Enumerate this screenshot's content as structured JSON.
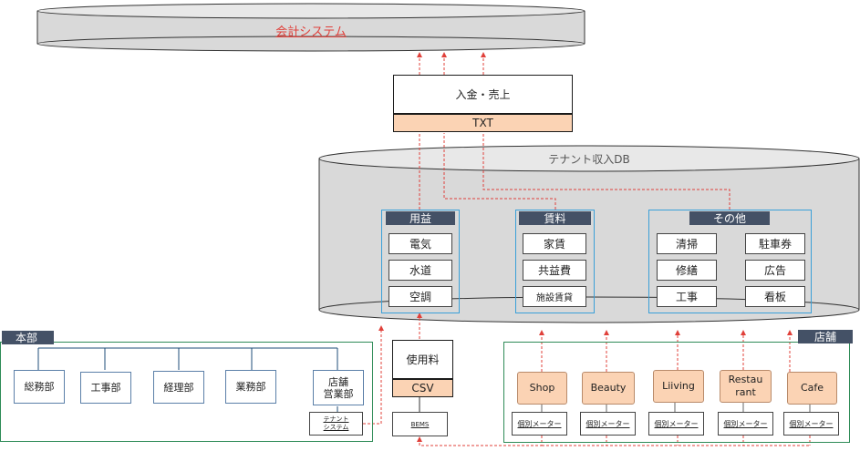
{
  "accounting": {
    "label": "会計システム"
  },
  "deposit": {
    "label": "入金・売上",
    "format": "TXT"
  },
  "tenant_db": {
    "label": "テナント収入DB"
  },
  "groups": {
    "utilities": {
      "label": "用益",
      "items": [
        "電気",
        "水道",
        "空調"
      ]
    },
    "rent": {
      "label": "賃料",
      "items": [
        "家賃",
        "共益費",
        "施設賃貸"
      ]
    },
    "other": {
      "label": "その他",
      "items": [
        "清掃",
        "駐車券",
        "修繕",
        "広告",
        "工事",
        "看板"
      ]
    }
  },
  "usage_fee": {
    "label": "使用料",
    "format": "CSV"
  },
  "bems": {
    "label": "BEMS"
  },
  "headquarters": {
    "label": "本部",
    "departments": [
      "総務部",
      "工事部",
      "経理部",
      "業務部",
      "店舗\n営業部"
    ],
    "tenant_system": "テナント\nシステム"
  },
  "stores": {
    "label": "店舗",
    "items": [
      "Shop",
      "Beauty",
      "Liiving",
      "Restau\nrant",
      "Cafe"
    ],
    "meter_label": "個別メーター"
  }
}
